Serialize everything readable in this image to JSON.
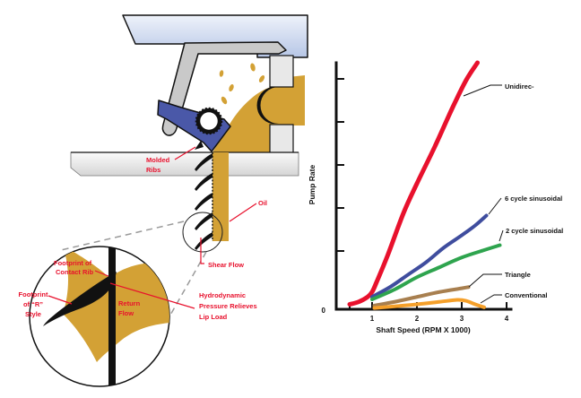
{
  "palette": {
    "annotation_red": "#e8112d",
    "seal_blue": "#4a58a8",
    "oil_gold": "#d3a135",
    "case_gray": "#c9c9c9",
    "rib_black": "#111111",
    "housing_blue_light": "#c3d0ea"
  },
  "seal_diagram": {
    "annotations": {
      "molded_ribs": [
        "Molded",
        "Ribs"
      ],
      "oil": [
        "Oil"
      ],
      "shear_flow": [
        "Shear Flow"
      ],
      "hydrodynamic": [
        "Hydrodynamic",
        "Pressure Relieves",
        "Lip Load"
      ],
      "footprint_contact": [
        "Footprint of",
        "Contact Rib"
      ],
      "footprint_r": [
        "Footprint",
        "of “R”",
        "Style"
      ],
      "return_flow": [
        "Return",
        "Flow"
      ]
    }
  },
  "chart_data": {
    "type": "line",
    "title": "",
    "xlabel": "Shaft Speed (RPM X 1000)",
    "ylabel": "Pump Rate",
    "origin_label": "0",
    "x_ticks": [
      1,
      2,
      3,
      4
    ],
    "xlim": [
      0.2,
      4.1
    ],
    "ylim": [
      0,
      105
    ],
    "y_ticks_unlabeled": 5,
    "grid": false,
    "legend_position": "inline-callouts-right",
    "series": [
      {
        "name": "Unidirec-",
        "color": "#e8112d",
        "width": 5,
        "points": [
          [
            0.5,
            2
          ],
          [
            0.7,
            3
          ],
          [
            0.9,
            5
          ],
          [
            1.0,
            7
          ],
          [
            1.1,
            11
          ],
          [
            1.35,
            22
          ],
          [
            1.7,
            39
          ],
          [
            2.0,
            51
          ],
          [
            2.4,
            66
          ],
          [
            2.8,
            82
          ],
          [
            3.1,
            93
          ],
          [
            3.35,
            100
          ]
        ]
      },
      {
        "name": "6 cycle sinusoidal",
        "color": "#3f4d9e",
        "width": 4,
        "points": [
          [
            1.0,
            5
          ],
          [
            1.4,
            9
          ],
          [
            1.8,
            14
          ],
          [
            2.2,
            19
          ],
          [
            2.6,
            25
          ],
          [
            3.0,
            30
          ],
          [
            3.3,
            34
          ],
          [
            3.55,
            38
          ]
        ]
      },
      {
        "name": "2 cycle sinusoidal",
        "color": "#2ea44e",
        "width": 4,
        "points": [
          [
            1.0,
            4
          ],
          [
            1.5,
            8
          ],
          [
            2.0,
            13
          ],
          [
            2.5,
            17
          ],
          [
            3.0,
            21
          ],
          [
            3.5,
            24
          ],
          [
            3.85,
            26
          ]
        ]
      },
      {
        "name": "Triangle",
        "color": "#a87f4f",
        "width": 4,
        "points": [
          [
            1.05,
            1.5
          ],
          [
            1.5,
            3
          ],
          [
            2.0,
            5
          ],
          [
            2.5,
            7
          ],
          [
            3.0,
            8.5
          ],
          [
            3.15,
            9
          ]
        ]
      },
      {
        "name": "Conventional",
        "color": "#f5a02a",
        "width": 4,
        "points": [
          [
            1.05,
            0.5
          ],
          [
            1.5,
            1.2
          ],
          [
            2.0,
            2
          ],
          [
            2.5,
            3
          ],
          [
            2.9,
            3.8
          ],
          [
            3.1,
            3.4
          ],
          [
            3.3,
            2
          ],
          [
            3.5,
            0.8
          ]
        ]
      }
    ]
  }
}
